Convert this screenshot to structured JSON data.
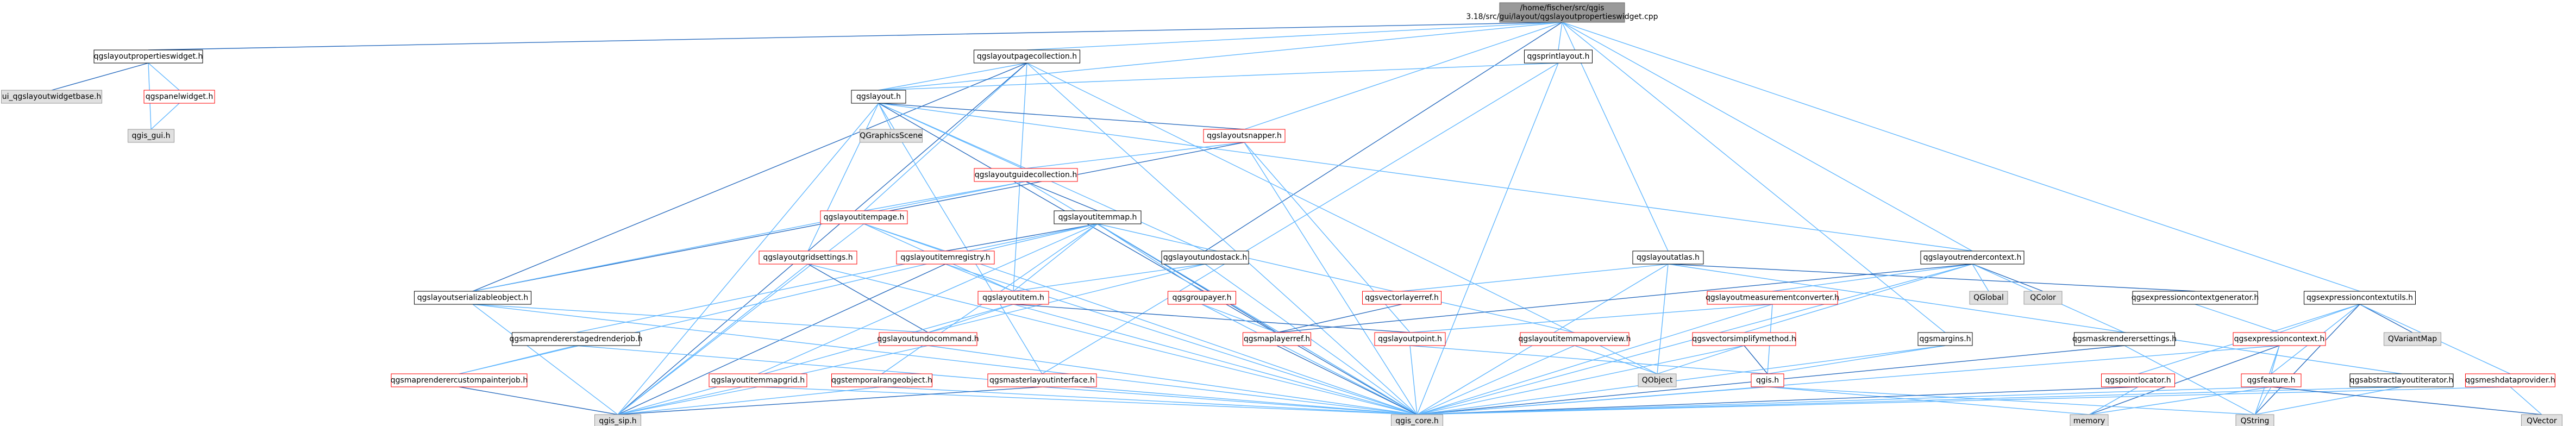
{
  "nodes": [
    {
      "id": "root",
      "label": "/home/fischer/src/qgis\n3.18/src/gui/layout/qgslayoutpropertieswidget.cpp",
      "style": "root"
    },
    {
      "id": "qlpw",
      "label": "qgslayoutpropertieswidget.h",
      "style": "normal"
    },
    {
      "id": "ui_qlpw",
      "label": "ui_qgslayoutwidgetbase.h",
      "style": "sys"
    },
    {
      "id": "qpw",
      "label": "qgspanelwidget.h",
      "style": "red"
    },
    {
      "id": "qgis_gui",
      "label": "qgis_gui.h",
      "style": "sys"
    },
    {
      "id": "qlpc",
      "label": "qgslayoutpagecollection.h",
      "style": "normal"
    },
    {
      "id": "qpl",
      "label": "qgsprintlayout.h",
      "style": "normal"
    },
    {
      "id": "qlayout",
      "label": "qgslayout.h",
      "style": "normal"
    },
    {
      "id": "qgscene",
      "label": "QGraphicsScene",
      "style": "sys"
    },
    {
      "id": "qlsnap",
      "label": "qgslayoutsnapper.h",
      "style": "red"
    },
    {
      "id": "qlgc",
      "label": "qgslayoutguidecollection.h",
      "style": "red"
    },
    {
      "id": "qlpage",
      "label": "qgslayoutitempage.h",
      "style": "red"
    },
    {
      "id": "qlim",
      "label": "qgslayoutitemmap.h",
      "style": "normal"
    },
    {
      "id": "qlgs",
      "label": "qgslayoutgridsettings.h",
      "style": "red"
    },
    {
      "id": "qlreg",
      "label": "qgslayoutitemregistry.h",
      "style": "red"
    },
    {
      "id": "qlus",
      "label": "qgslayoutundostack.h",
      "style": "normal"
    },
    {
      "id": "qlatlas",
      "label": "qgslayoutatlas.h",
      "style": "normal"
    },
    {
      "id": "qlrc",
      "label": "qgslayoutrendercontext.h",
      "style": "normal"
    },
    {
      "id": "qlso",
      "label": "qgslayoutserializableobject.h",
      "style": "normal"
    },
    {
      "id": "qlitem",
      "label": "qgslayoutitem.h",
      "style": "red"
    },
    {
      "id": "qglayer",
      "label": "qgsgroupayer.h",
      "style": "red"
    },
    {
      "id": "qvlref",
      "label": "qgsvectorlayerref.h",
      "style": "red"
    },
    {
      "id": "qmcc",
      "label": "qgslayoutmeasurementconverter.h",
      "style": "red"
    },
    {
      "id": "qgiso",
      "label": "QGlobal",
      "style": "sys"
    },
    {
      "id": "qcolor",
      "label": "QColor",
      "style": "sys"
    },
    {
      "id": "qecg",
      "label": "qgsexpressioncontextgenerator.h",
      "style": "normal"
    },
    {
      "id": "qecu",
      "label": "qgsexpressioncontextutils.h",
      "style": "normal"
    },
    {
      "id": "qvariantmap",
      "label": "QVariantMap",
      "style": "sys"
    },
    {
      "id": "qmrsj",
      "label": "qgsmaprendererstagedrenderjob.h",
      "style": "normal"
    },
    {
      "id": "qluc",
      "label": "qgslayoutundocommand.h",
      "style": "red"
    },
    {
      "id": "qmlr",
      "label": "qgsmaplayerref.h",
      "style": "red"
    },
    {
      "id": "qlpoint",
      "label": "qgslayoutpoint.h",
      "style": "red"
    },
    {
      "id": "qlimo",
      "label": "qgslayoutitemmapoverview.h",
      "style": "red"
    },
    {
      "id": "qvsm",
      "label": "qgsvectorsimplifymethod.h",
      "style": "red"
    },
    {
      "id": "qmargins",
      "label": "qgsmargins.h",
      "style": "normal"
    },
    {
      "id": "qmaskrs",
      "label": "qgsmaskrenderersettings.h",
      "style": "normal"
    },
    {
      "id": "qexpctx",
      "label": "qgsexpressioncontext.h",
      "style": "red"
    },
    {
      "id": "qali",
      "label": "qgsabstractlayoutiterator.h",
      "style": "normal"
    },
    {
      "id": "qmeshdp",
      "label": "qgsmeshdataprovider.h",
      "style": "red"
    },
    {
      "id": "qmrcp",
      "label": "qgsmaprenderercustompainterjob.h",
      "style": "red"
    },
    {
      "id": "qlimg",
      "label": "qgslayoutitemmapgrid.h",
      "style": "red"
    },
    {
      "id": "qtro",
      "label": "qgstemporalrangeobject.h",
      "style": "red"
    },
    {
      "id": "qmli",
      "label": "qgsmasterlayoutinterface.h",
      "style": "red"
    },
    {
      "id": "qobject",
      "label": "QObject",
      "style": "sys"
    },
    {
      "id": "qgis_h",
      "label": "qgis.h",
      "style": "red"
    },
    {
      "id": "qploc",
      "label": "qgspointlocator.h",
      "style": "red"
    },
    {
      "id": "qfeature",
      "label": "qgsfeature.h",
      "style": "red"
    },
    {
      "id": "qgis_sip",
      "label": "qgis_sip.h",
      "style": "sys"
    },
    {
      "id": "qgis_core",
      "label": "qgis_core.h",
      "style": "sys"
    },
    {
      "id": "memory",
      "label": "memory",
      "style": "sys"
    },
    {
      "id": "qstring",
      "label": "QString",
      "style": "sys"
    },
    {
      "id": "qvector",
      "label": "QVector",
      "style": "sys"
    }
  ],
  "edges": [
    [
      "root",
      "qlpw"
    ],
    [
      "root",
      "qlpc"
    ],
    [
      "root",
      "qpl"
    ],
    [
      "root",
      "qlayout"
    ],
    [
      "root",
      "qlsnap"
    ],
    [
      "root",
      "qlus"
    ],
    [
      "root",
      "qlatlas"
    ],
    [
      "root",
      "qlrc"
    ],
    [
      "root",
      "qmargins"
    ],
    [
      "root",
      "qecu"
    ],
    [
      "qlpw",
      "ui_qlpw"
    ],
    [
      "qlpw",
      "qpw"
    ],
    [
      "qlpw",
      "qgis_gui"
    ],
    [
      "qpw",
      "qgis_gui"
    ],
    [
      "qlpc",
      "qlayout"
    ],
    [
      "qlpc",
      "qlso"
    ],
    [
      "qlpc",
      "qlpage"
    ],
    [
      "qlpc",
      "qlitem"
    ],
    [
      "qlpc",
      "qobject"
    ],
    [
      "qlpc",
      "qgis_core"
    ],
    [
      "qlpc",
      "qgis_sip"
    ],
    [
      "qpl",
      "qlayout"
    ],
    [
      "qpl",
      "qgis_core"
    ],
    [
      "qpl",
      "qmli"
    ],
    [
      "qlayout",
      "qgscene"
    ],
    [
      "qlayout",
      "qlsnap"
    ],
    [
      "qlayout",
      "qlgc"
    ],
    [
      "qlayout",
      "qlgs"
    ],
    [
      "qlayout",
      "qlus"
    ],
    [
      "qlayout",
      "qlrc"
    ],
    [
      "qlayout",
      "qgis_core"
    ],
    [
      "qlayout",
      "qgis_sip"
    ],
    [
      "qlayout",
      "qmli"
    ],
    [
      "qlsnap",
      "qlgc"
    ],
    [
      "qlsnap",
      "qlpoint"
    ],
    [
      "qlsnap",
      "qlso"
    ],
    [
      "qlsnap",
      "qgis_core"
    ],
    [
      "qlgc",
      "qlpage"
    ],
    [
      "qlgc",
      "qlso"
    ],
    [
      "qlgc",
      "qgis_core"
    ],
    [
      "qlgc",
      "qlim"
    ],
    [
      "qlpage",
      "qlitem"
    ],
    [
      "qlpage",
      "qlreg"
    ],
    [
      "qlpage",
      "qgis_core"
    ],
    [
      "qlpage",
      "qgis_sip"
    ],
    [
      "qlim",
      "qlreg"
    ],
    [
      "qlim",
      "qlitem"
    ],
    [
      "qlim",
      "qmrsj"
    ],
    [
      "qlim",
      "qglayer"
    ],
    [
      "qlim",
      "qlimo"
    ],
    [
      "qlim",
      "qmlr"
    ],
    [
      "qlim",
      "qmrcp"
    ],
    [
      "qlim",
      "qlimg"
    ],
    [
      "qlim",
      "qtro"
    ],
    [
      "qlim",
      "qgis_core"
    ],
    [
      "qlgs",
      "qluc"
    ],
    [
      "qlgs",
      "qgis_core"
    ],
    [
      "qlgs",
      "qgis_sip"
    ],
    [
      "qlreg",
      "qlitem"
    ],
    [
      "qlreg",
      "qgis_core"
    ],
    [
      "qlreg",
      "qgis_sip"
    ],
    [
      "qlus",
      "qluc"
    ],
    [
      "qlus",
      "qlitem"
    ],
    [
      "qlus",
      "qgis_core"
    ],
    [
      "qlatlas",
      "qvlref"
    ],
    [
      "qlatlas",
      "qecg"
    ],
    [
      "qlatlas",
      "qali"
    ],
    [
      "qlatlas",
      "qobject"
    ],
    [
      "qlatlas",
      "qgis_core"
    ],
    [
      "qlrc",
      "qgiso"
    ],
    [
      "qlrc",
      "qcolor"
    ],
    [
      "qlrc",
      "qvsm"
    ],
    [
      "qlrc",
      "qmaskrs"
    ],
    [
      "qlrc",
      "qmcc"
    ],
    [
      "qlrc",
      "qgis_core"
    ],
    [
      "qlrc",
      "qmlr"
    ],
    [
      "qlso",
      "qluc"
    ],
    [
      "qlso",
      "qgis_sip"
    ],
    [
      "qlso",
      "qgis_core"
    ],
    [
      "qlitem",
      "qluc"
    ],
    [
      "qlitem",
      "qlpoint"
    ],
    [
      "qlitem",
      "qgis_core"
    ],
    [
      "qlitem",
      "qgis_sip"
    ],
    [
      "qglayer",
      "qmlr"
    ],
    [
      "qglayer",
      "qgis_core"
    ],
    [
      "qvlref",
      "qmlr"
    ],
    [
      "qmcc",
      "qlpoint"
    ],
    [
      "qmcc",
      "qgis_h"
    ],
    [
      "qmcc",
      "qgis_core"
    ],
    [
      "qecg",
      "qexpctx"
    ],
    [
      "qecu",
      "qvariantmap"
    ],
    [
      "qecu",
      "qexpctx"
    ],
    [
      "qecu",
      "qfeature"
    ],
    [
      "qecu",
      "qploc"
    ],
    [
      "qecu",
      "qmeshdp"
    ],
    [
      "qecu",
      "qstring"
    ],
    [
      "qmrsj",
      "qmrcp"
    ],
    [
      "qmrsj",
      "qgis_core"
    ],
    [
      "qluc",
      "qgis_core"
    ],
    [
      "qluc",
      "qgis_sip"
    ],
    [
      "qmlr",
      "qgis_core"
    ],
    [
      "qlpoint",
      "qgis_core"
    ],
    [
      "qlpoint",
      "qgis_h"
    ],
    [
      "qlimo",
      "qobject"
    ],
    [
      "qlimo",
      "qgis_core"
    ],
    [
      "qvsm",
      "qgis_h"
    ],
    [
      "qvsm",
      "qobject"
    ],
    [
      "qvsm",
      "qgis_core"
    ],
    [
      "qmargins",
      "qgis_h"
    ],
    [
      "qmargins",
      "qgis_core"
    ],
    [
      "qmaskrs",
      "qgis_core"
    ],
    [
      "qmaskrs",
      "qstring"
    ],
    [
      "qexpctx",
      "qgis_core"
    ],
    [
      "qexpctx",
      "qfeature"
    ],
    [
      "qexpctx",
      "qstring"
    ],
    [
      "qexpctx",
      "memory"
    ],
    [
      "qali",
      "qgis_core"
    ],
    [
      "qali",
      "qstring"
    ],
    [
      "qmeshdp",
      "qvector"
    ],
    [
      "qmeshdp",
      "qgis_core"
    ],
    [
      "qmrcp",
      "qgis_sip"
    ],
    [
      "qlimg",
      "qgis_sip"
    ],
    [
      "qlimg",
      "qgis_core"
    ],
    [
      "qtro",
      "qgis_sip"
    ],
    [
      "qtro",
      "qgis_core"
    ],
    [
      "qmli",
      "qgis_sip"
    ],
    [
      "qmli",
      "qgis_core"
    ],
    [
      "qgis_h",
      "qgis_core"
    ],
    [
      "qgis_h",
      "memory"
    ],
    [
      "qgis_h",
      "qstring"
    ],
    [
      "qploc",
      "qgis_core"
    ],
    [
      "qploc",
      "memory"
    ],
    [
      "qfeature",
      "qgis_core"
    ],
    [
      "qfeature",
      "memory"
    ],
    [
      "qfeature",
      "qstring"
    ],
    [
      "qfeature",
      "qvector"
    ]
  ]
}
